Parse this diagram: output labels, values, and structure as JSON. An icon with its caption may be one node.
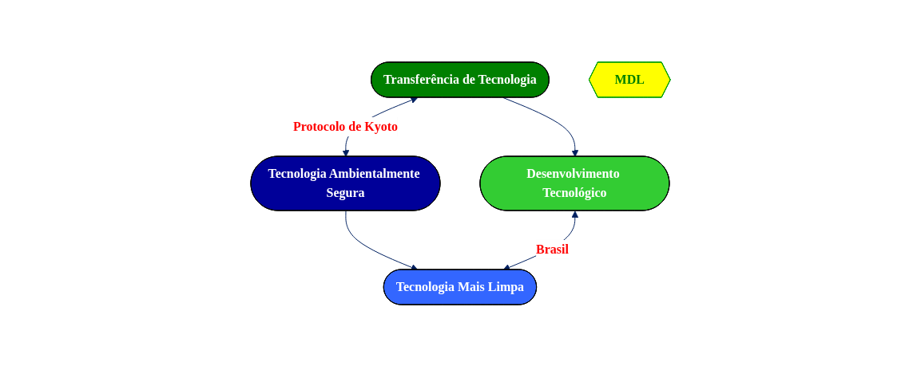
{
  "diagram": {
    "nodes": [
      {
        "text": [
          "Transferência de Tecnologia"
        ]
      },
      {
        "text": [
          "Tecnologia Ambientalmente Segura"
        ]
      },
      {
        "text": [
          "MDL"
        ]
      },
      {
        "text": [
          "Desenvolvimento Tecnológico"
        ]
      },
      {
        "text": [
          "Tecnologia Mais Limpa"
        ]
      }
    ],
    "edges": [
      {
        "from": 0,
        "to": 1,
        "arrow": "both",
        "label": "Protocolo de Kyoto",
        "color": "#002060"
      },
      {
        "from": 0,
        "to": 3,
        "arrow": "to",
        "color": "#002060"
      },
      {
        "from": 1,
        "to": 4,
        "arrow": "to",
        "color": "#002060"
      },
      {
        "from": 3,
        "to": 4,
        "arrow": "both",
        "label": "Brasil",
        "color": "#002060"
      }
    ]
  }
}
